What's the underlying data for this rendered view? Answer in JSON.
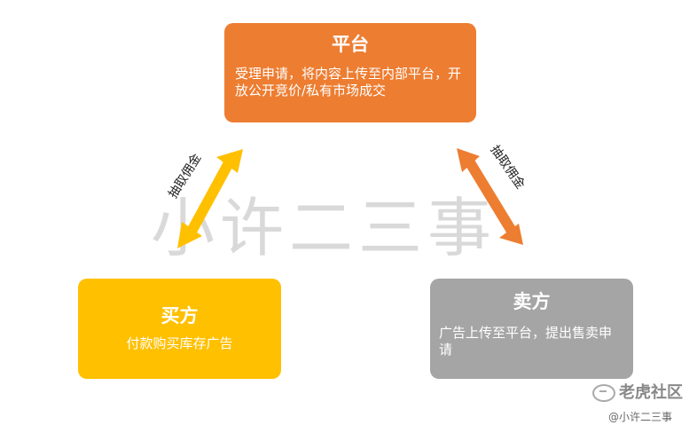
{
  "watermark": "小许二三事",
  "platform": {
    "title": "平台",
    "description": "受理申请，将内容上传至内部平台，开放公开竞价/私有市场成交"
  },
  "buyer": {
    "title": "买方",
    "description": "付款购买库存广告"
  },
  "seller": {
    "title": "卖方",
    "description": "广告上传至平台，提出售卖申请"
  },
  "arrows": {
    "left_label": "抽取佣金",
    "right_label": "抽取佣金",
    "left_color": "#FFC000",
    "right_color": "#ED7D31"
  },
  "footer": {
    "logo": "老虎社区",
    "handle": "@小许二三事"
  }
}
